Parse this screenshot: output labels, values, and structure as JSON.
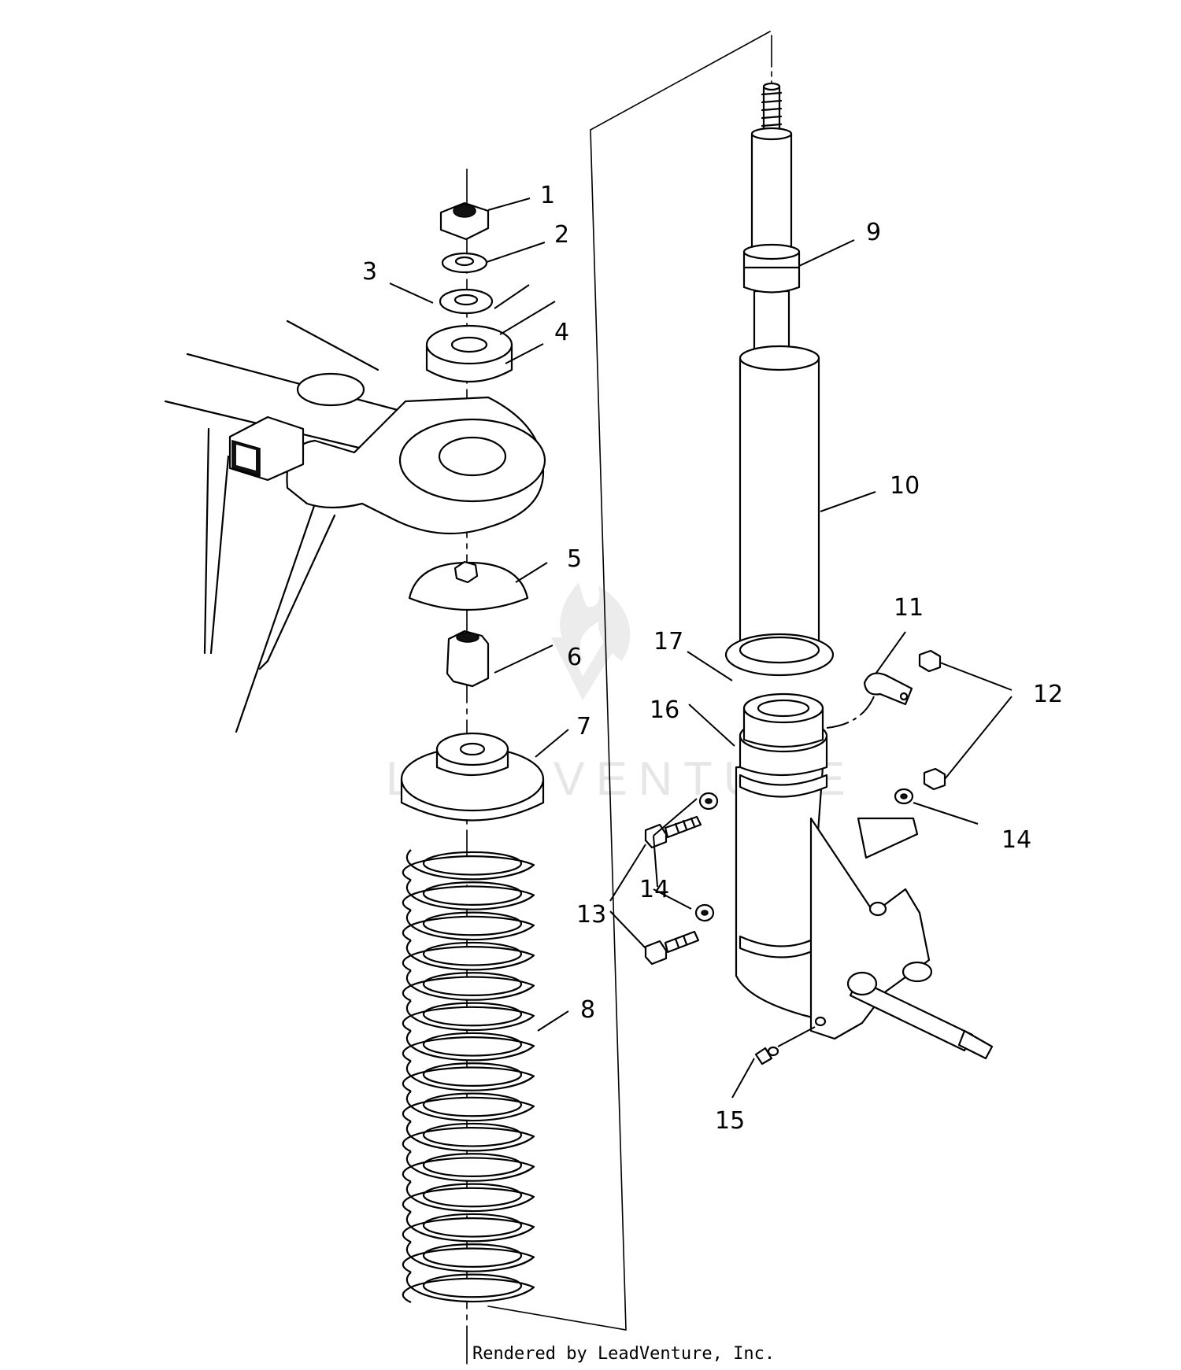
{
  "diagram": {
    "callouts": [
      {
        "id": "c1",
        "label": "1"
      },
      {
        "id": "c2",
        "label": "2"
      },
      {
        "id": "c3",
        "label": "3"
      },
      {
        "id": "c4",
        "label": "4"
      },
      {
        "id": "c5",
        "label": "5"
      },
      {
        "id": "c6",
        "label": "6"
      },
      {
        "id": "c7",
        "label": "7"
      },
      {
        "id": "c8",
        "label": "8"
      },
      {
        "id": "c9",
        "label": "9"
      },
      {
        "id": "c10",
        "label": "10"
      },
      {
        "id": "c11",
        "label": "11"
      },
      {
        "id": "c12",
        "label": "12"
      },
      {
        "id": "c13",
        "label": "13"
      },
      {
        "id": "c14a",
        "label": "14"
      },
      {
        "id": "c14b",
        "label": "14"
      },
      {
        "id": "c15",
        "label": "15"
      },
      {
        "id": "c16",
        "label": "16"
      },
      {
        "id": "c17",
        "label": "17"
      }
    ],
    "watermark": "LEADVENTURE",
    "credit": "Rendered by LeadVenture, Inc."
  }
}
